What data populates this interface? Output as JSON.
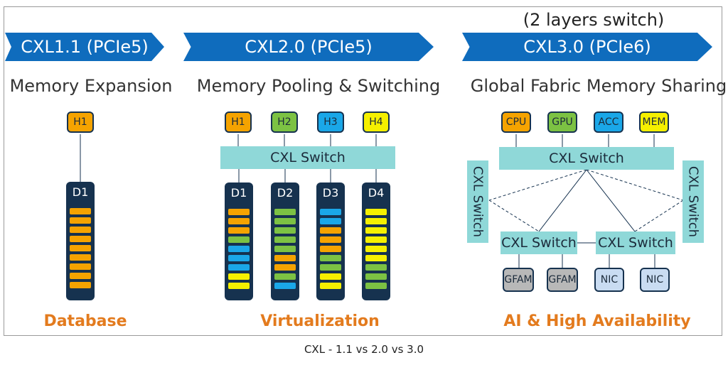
{
  "columns": [
    {
      "banner": "CXL1.1 (PCIe5)",
      "subtitle": "Memory Expansion",
      "use_case": "Database"
    },
    {
      "banner": "CXL2.0 (PCIe5)",
      "subtitle": "Memory Pooling & Switching",
      "use_case": "Virtualization"
    },
    {
      "banner": "CXL3.0 (PCIe6)",
      "subtitle": "Global Fabric Memory Sharing",
      "use_case": "AI & High Availability",
      "note": "(2 layers switch)"
    }
  ],
  "col1": {
    "hosts": [
      {
        "label": "H1",
        "color": "#f5a300"
      }
    ],
    "devices": [
      {
        "label": "D1",
        "slots": [
          "#f5a300",
          "#f5a300",
          "#f5a300",
          "#f5a300",
          "#f5a300",
          "#f5a300",
          "#f5a300",
          "#f5a300",
          "#f5a300"
        ]
      }
    ]
  },
  "col2": {
    "hosts": [
      {
        "label": "H1",
        "color": "#f5a300"
      },
      {
        "label": "H2",
        "color": "#7cc243"
      },
      {
        "label": "H3",
        "color": "#1aa7e8"
      },
      {
        "label": "H4",
        "color": "#f5f000"
      }
    ],
    "switch_label": "CXL Switch",
    "devices": [
      {
        "label": "D1",
        "slots": [
          "#f5a300",
          "#f5a300",
          "#f5a300",
          "#7cc243",
          "#1aa7e8",
          "#1aa7e8",
          "#1aa7e8",
          "#f5f000",
          "#f5f000"
        ]
      },
      {
        "label": "D2",
        "slots": [
          "#7cc243",
          "#7cc243",
          "#7cc243",
          "#7cc243",
          "#7cc243",
          "#f5a300",
          "#f5a300",
          "#7cc243",
          "#1aa7e8"
        ]
      },
      {
        "label": "D3",
        "slots": [
          "#1aa7e8",
          "#1aa7e8",
          "#f5a300",
          "#f5a300",
          "#f5a300",
          "#7cc243",
          "#7cc243",
          "#f5f000",
          "#f5f000"
        ]
      },
      {
        "label": "D4",
        "slots": [
          "#f5f000",
          "#f5f000",
          "#f5f000",
          "#f5f000",
          "#f5f000",
          "#f5f000",
          "#7cc243",
          "#7cc243",
          "#7cc243"
        ]
      }
    ]
  },
  "col3": {
    "nodes": [
      {
        "label": "CPU",
        "color": "#f5a300"
      },
      {
        "label": "GPU",
        "color": "#7cc243"
      },
      {
        "label": "ACC",
        "color": "#1aa7e8"
      },
      {
        "label": "MEM",
        "color": "#f5f000"
      }
    ],
    "top_switch": "CXL Switch",
    "side_switch_left": "CXL Switch",
    "side_switch_right": "CXL Switch",
    "bottom_switch_left": "CXL Switch",
    "bottom_switch_right": "CXL Switch",
    "leaves": [
      {
        "label": "GFAM",
        "color": "#b8b8b8"
      },
      {
        "label": "GFAM",
        "color": "#b8b8b8"
      },
      {
        "label": "NIC",
        "color": "#c9dcf2"
      },
      {
        "label": "NIC",
        "color": "#c9dcf2"
      }
    ]
  },
  "caption": "CXL - 1.1 vs 2.0 vs 3.0",
  "colors": {
    "banner": "#0f6cbd",
    "switch": "#8fd8d8",
    "device_body": "#16324f",
    "use_case": "#e37b1e"
  }
}
